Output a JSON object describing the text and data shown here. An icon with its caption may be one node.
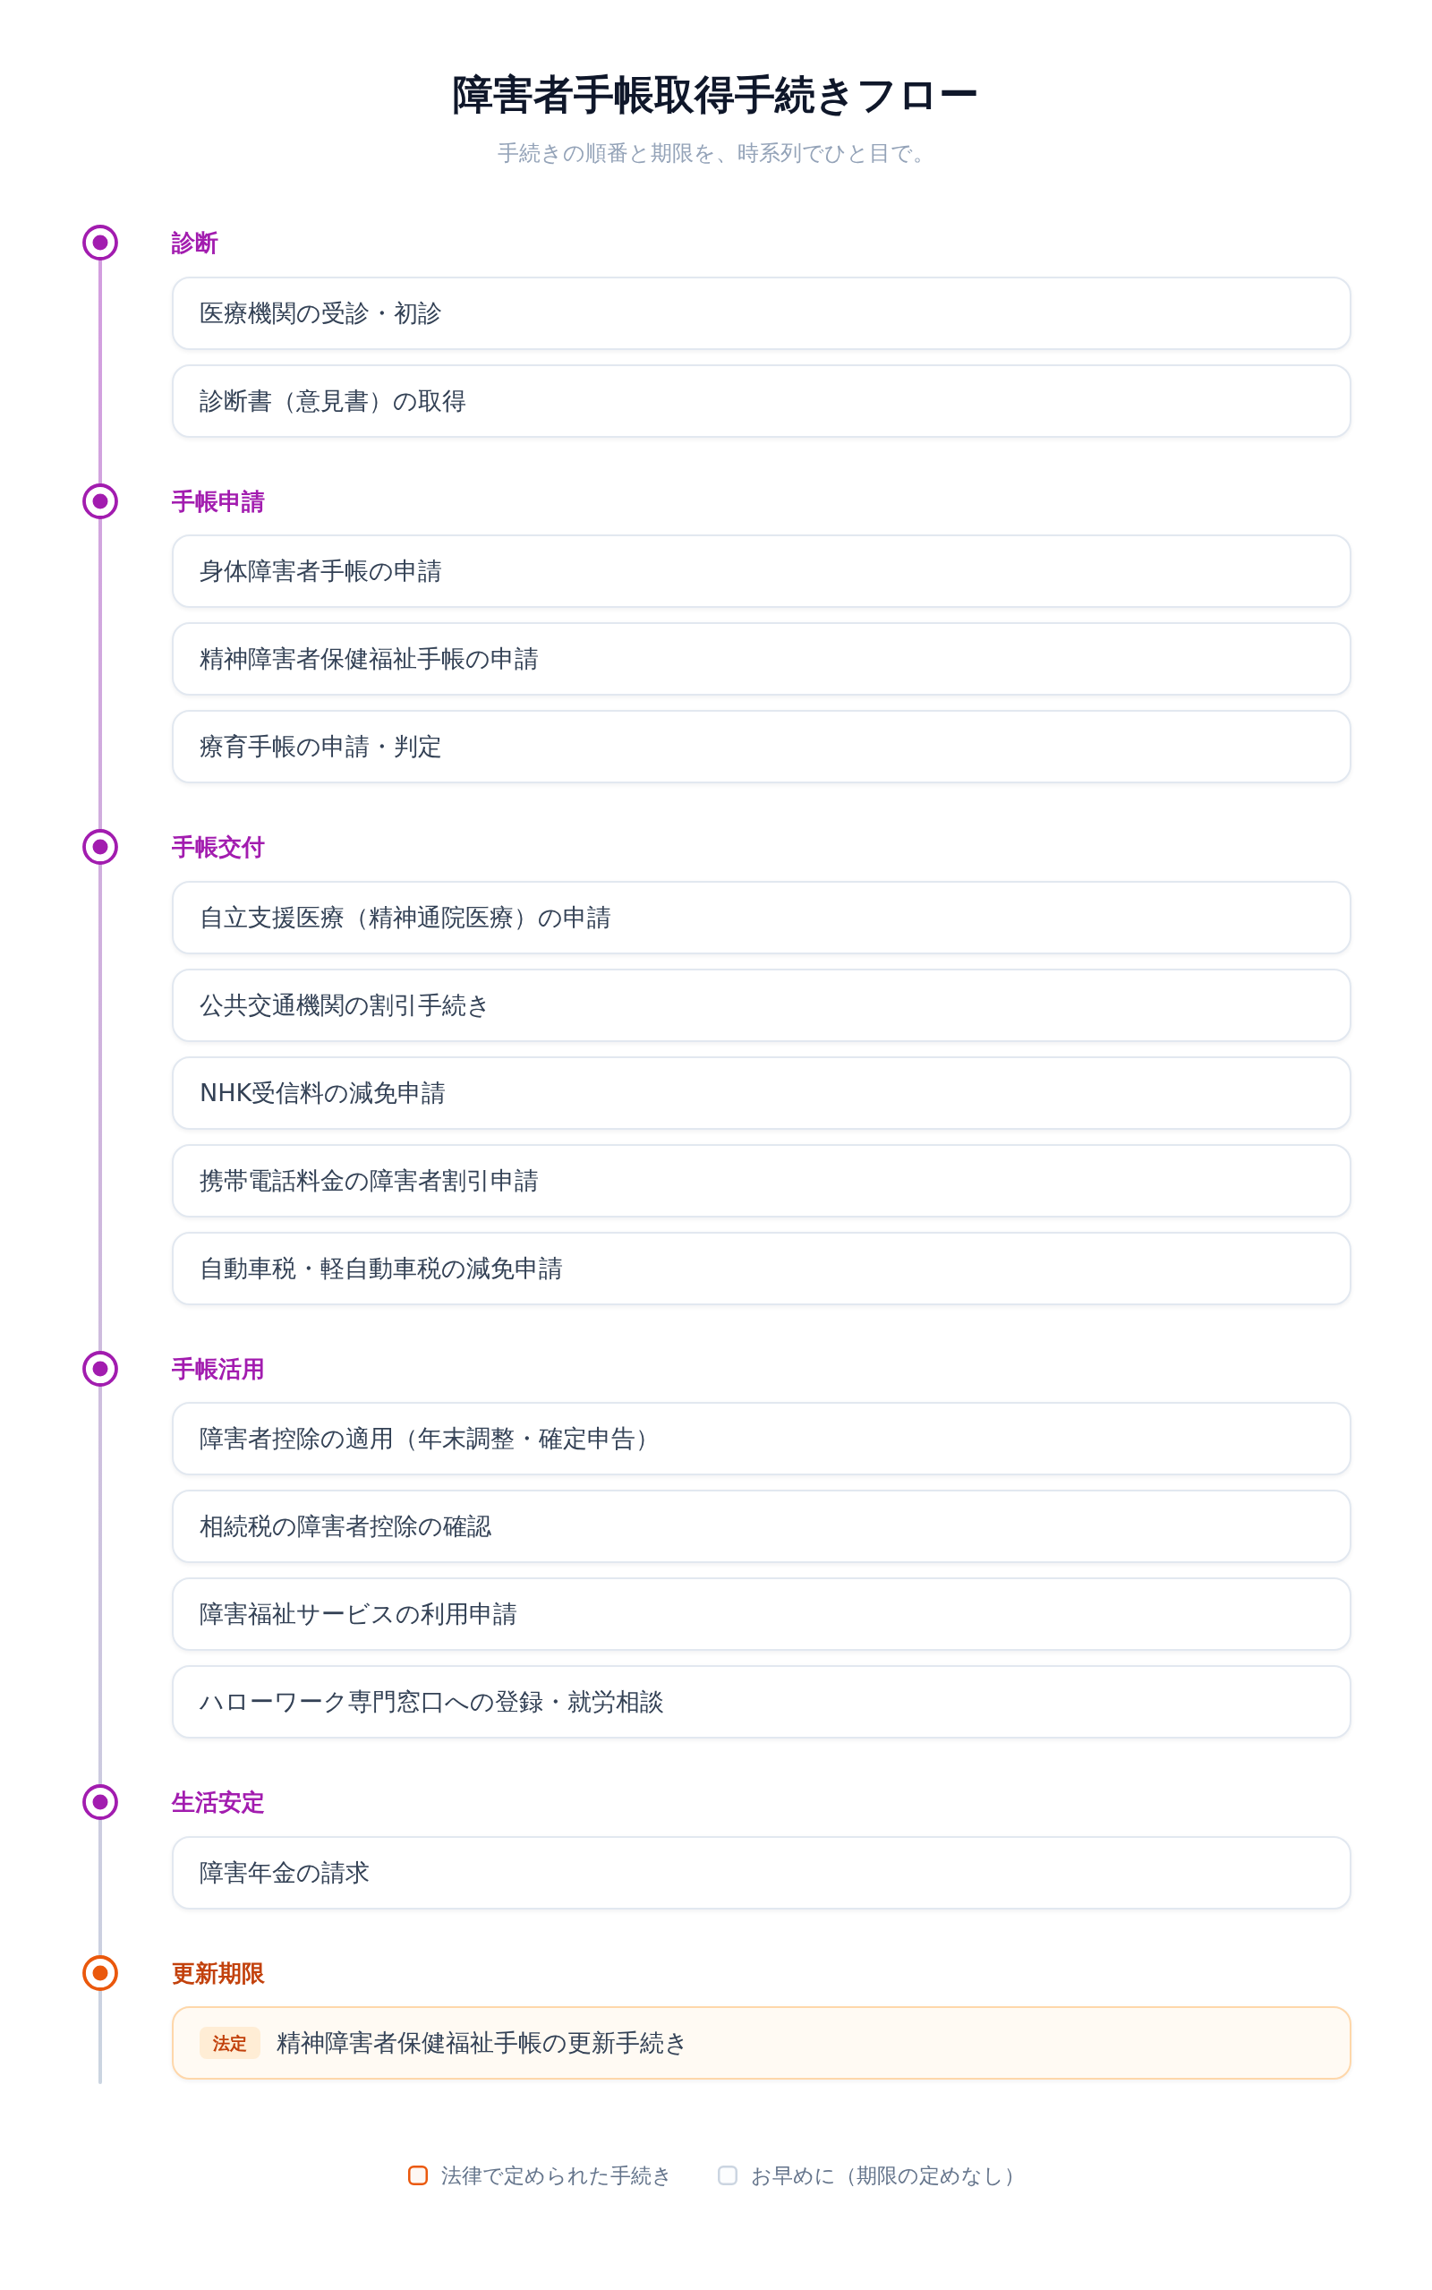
{
  "diagram": {
    "title": "障害者手帳取得手続きフロー",
    "nodes": [
      {
        "text": [
          "医療機関の受診・初診"
        ]
      },
      {
        "text": [
          "診断書（意見書）の取得"
        ]
      },
      {
        "text": [
          "身体障害者手帳の申請"
        ]
      },
      {
        "text": [
          "精神障害者保健福祉手帳の申請"
        ]
      },
      {
        "text": [
          "療育手帳の申請・判定"
        ]
      },
      {
        "text": [
          "自立支援医療（精神通院医療）の申請"
        ]
      },
      {
        "text": [
          "公共交通機関の割引手続き"
        ]
      },
      {
        "text": [
          "NHK受信料の減免申請"
        ]
      },
      {
        "text": [
          "携帯電話料金の障害者割引申請"
        ]
      },
      {
        "text": [
          "自動車税・軽自動車税の減免申請"
        ]
      },
      {
        "text": [
          "障害者控除の適用（年末調整・確定申告）"
        ]
      },
      {
        "text": [
          "相続税の障害者控除の確認"
        ]
      },
      {
        "text": [
          "障害福祉サービスの利用申請"
        ]
      },
      {
        "text": [
          "ハローワーク専門窓口への登録・就労相談"
        ]
      },
      {
        "text": [
          "障害年金の請求"
        ]
      },
      {
        "text": [
          "精神障害者保健福祉手帳の更新手続き"
        ]
      },
      {
        "text": [
          "法定"
        ],
        "in": 15
      }
    ],
    "labels": [
      "手続きの順番と期限を、時系列でひと目で。",
      "診断",
      "手帳申請",
      "手帳交付",
      "手帳活用",
      "生活安定",
      "更新期限"
    ],
    "legend": [
      {
        "text": "法律で定められた手続き",
        "color": "#ea580c"
      },
      {
        "text": "お早めに（期限の定めなし）",
        "color": "#cbd5e1"
      }
    ]
  }
}
